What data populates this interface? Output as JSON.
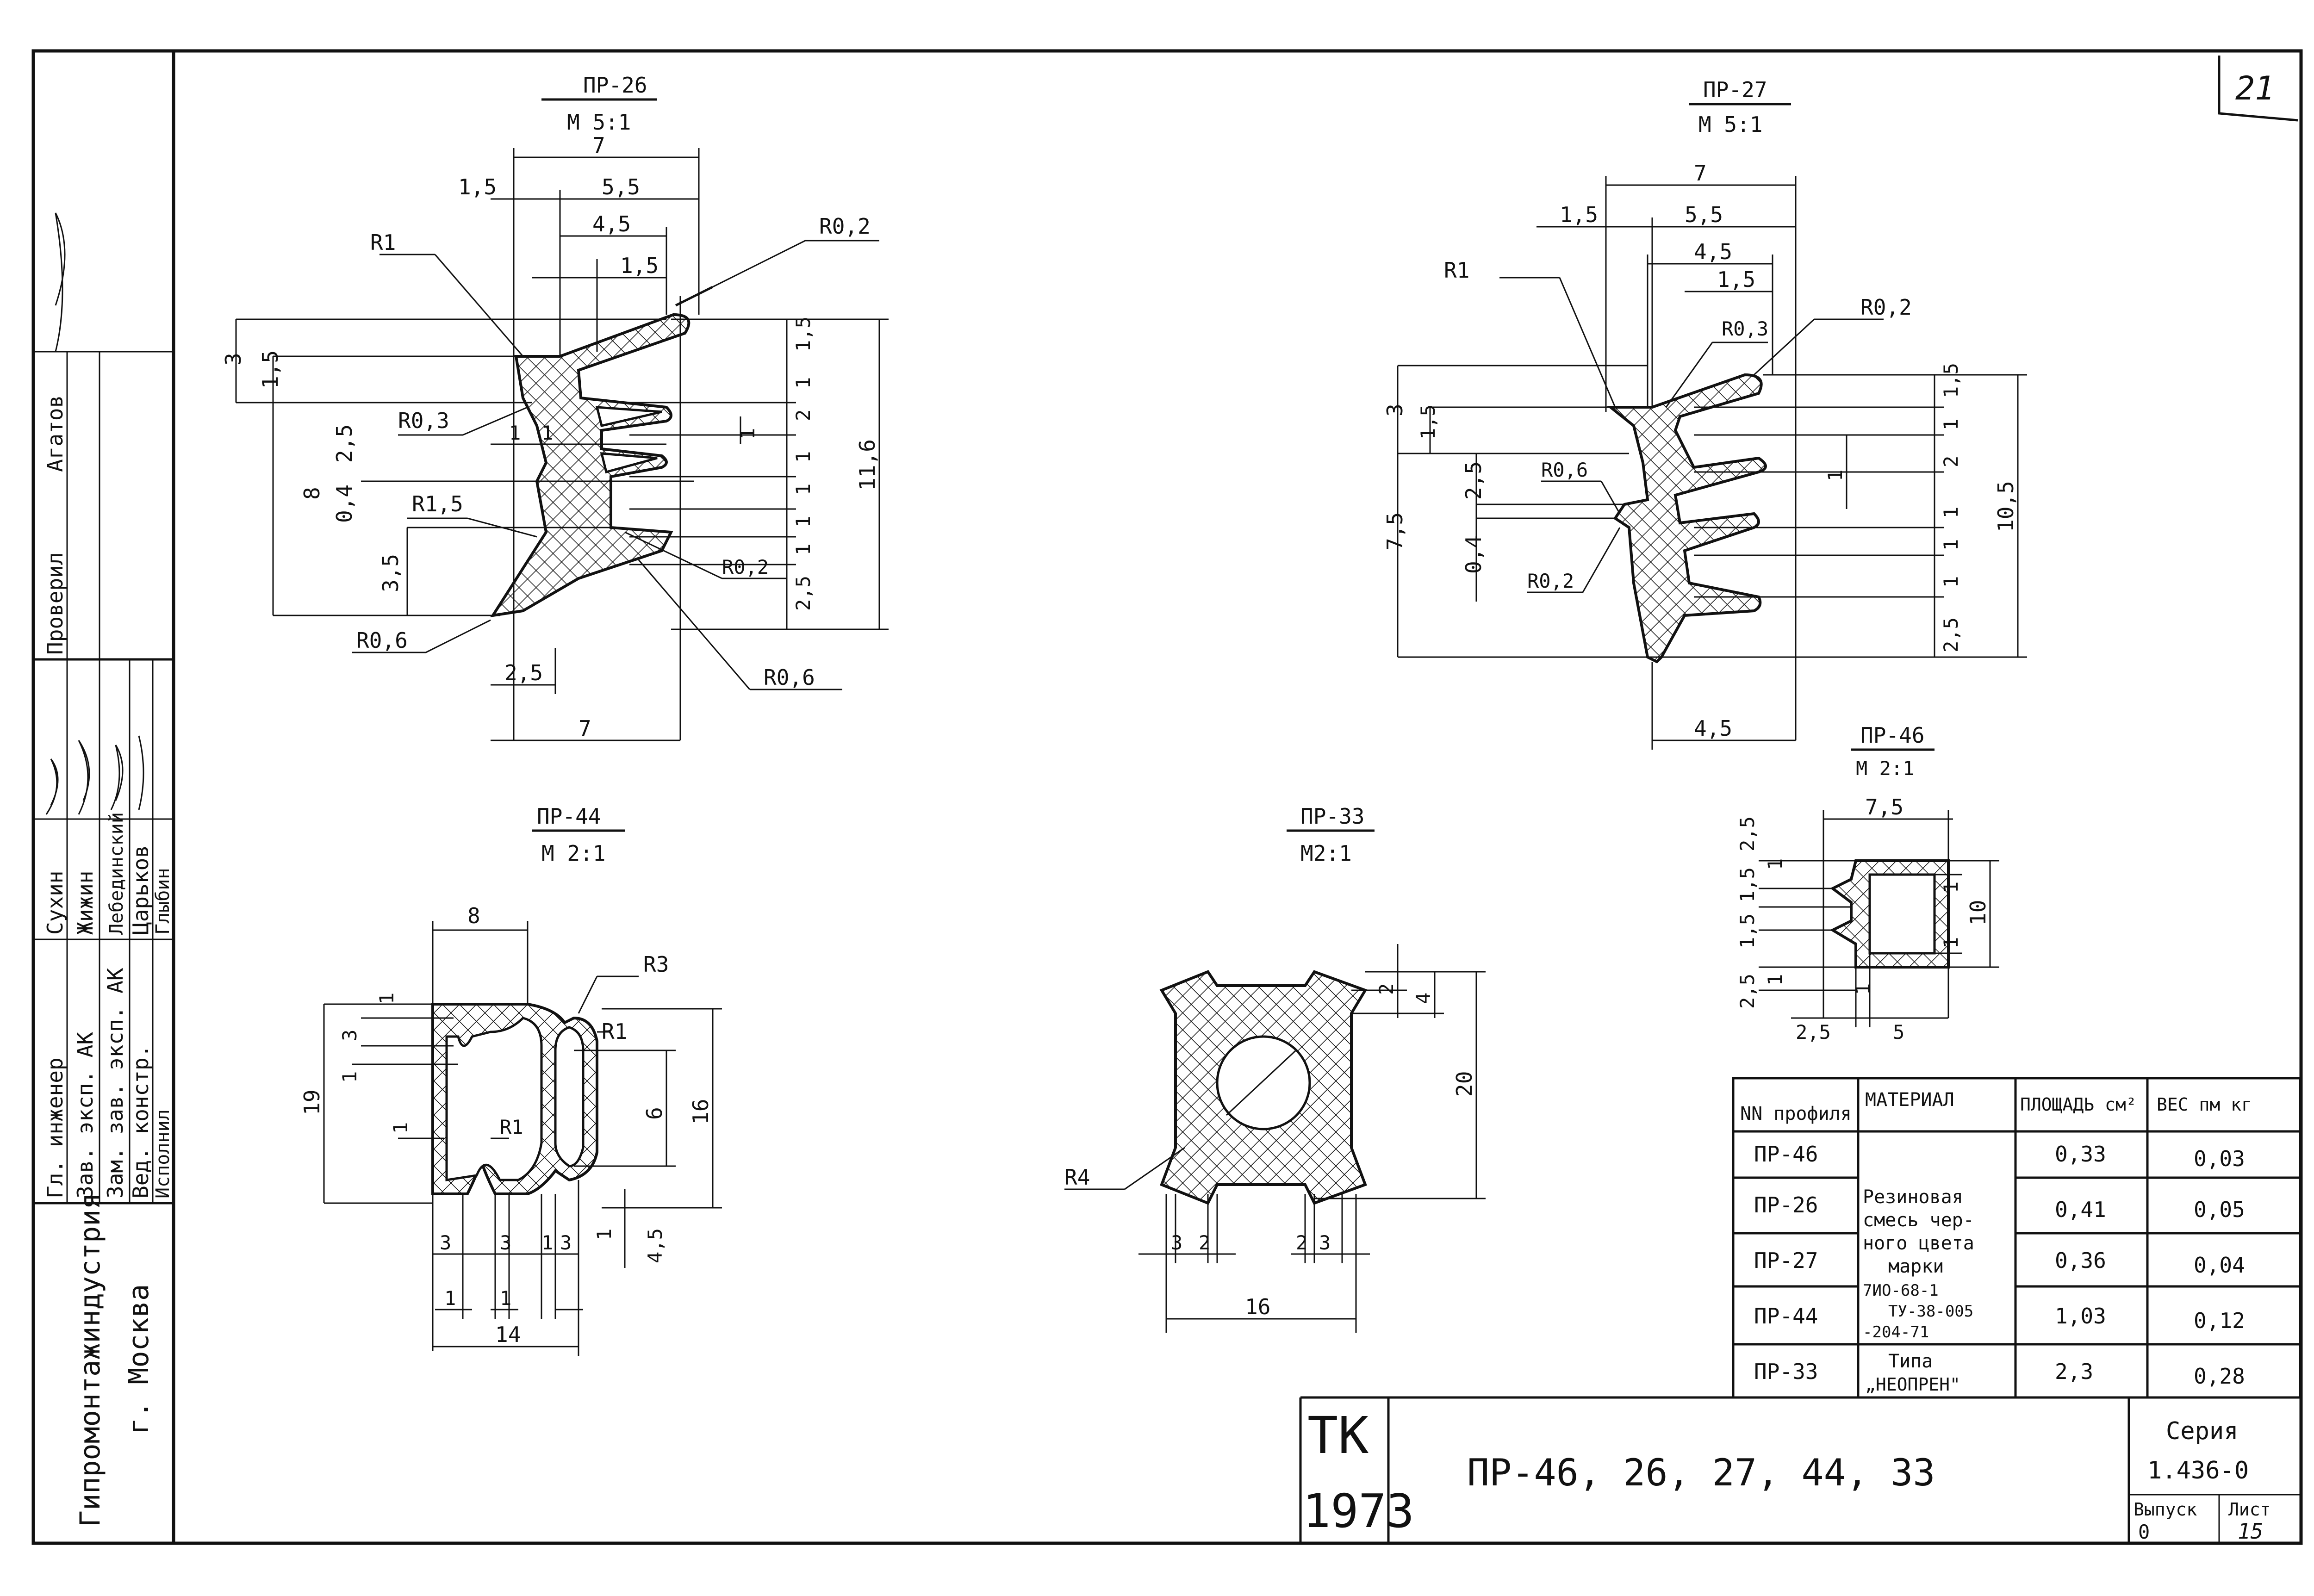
{
  "sheet_number": "21",
  "stamp": {
    "org": "Гипромонтажиндустрия",
    "city": "г. Москва",
    "roles": [
      "Гл. инженер",
      "Зав. эксп. АК",
      "Зам. зав. эксп. АК",
      "Вед. констр.",
      "Исполнил"
    ],
    "names": [
      "Сухин",
      "Жижин",
      "Лебединский",
      "Царьков",
      "Глыбин"
    ],
    "checked": "Проверил",
    "checked_name": "Агатов"
  },
  "profiles": {
    "pr26": {
      "title": "ПР-26",
      "scale": "М 5:1",
      "dims": [
        "7",
        "1,5",
        "5,5",
        "4,5",
        "1,5",
        "R1",
        "R0,2",
        "3",
        "1,5",
        "R0,3",
        "2,5",
        "8",
        "0,4",
        "R1,5",
        "3,5",
        "11,6",
        "1,5",
        "1",
        "2",
        "1",
        "1",
        "1",
        "1",
        "1",
        "2,5",
        "R0,2",
        "R0,6",
        "R0,6",
        "2,5",
        "7",
        "1",
        "1"
      ]
    },
    "pr27": {
      "title": "ПР-27",
      "scale": "М 5:1",
      "dims": [
        "7",
        "1,5",
        "5,5",
        "4,5",
        "1,5",
        "R1",
        "R0,3",
        "R0,2",
        "3",
        "1,5",
        "2,5",
        "R0,6",
        "7,5",
        "0,4",
        "R0,2",
        "10,5",
        "1,5",
        "1",
        "2",
        "1",
        "1",
        "1",
        "2,5",
        "1",
        "4,5"
      ]
    },
    "pr44": {
      "title": "ПР-44",
      "scale": "М 2:1",
      "dims": [
        "8",
        "R3",
        "1",
        "3",
        "R1",
        "1",
        "19",
        "6",
        "16",
        "1",
        "R1",
        "1",
        "4,5",
        "3",
        "3",
        "1",
        "3",
        "1",
        "1",
        "14"
      ]
    },
    "pr33": {
      "title": "ПР-33",
      "scale": "М2:1",
      "dims": [
        "2",
        "4",
        "20",
        "R4",
        "3",
        "2",
        "2",
        "3",
        "16"
      ]
    },
    "pr46": {
      "title": "ПР-46",
      "scale": "М 2:1",
      "dims": [
        "7,5",
        "2,5",
        "1",
        "1,5",
        "1",
        "10",
        "1,5",
        "1",
        "2,5",
        "1",
        "1",
        "2,5",
        "5"
      ]
    }
  },
  "table": {
    "headers": [
      "NN профиля",
      "МАТЕРИАЛ",
      "ПЛОЩАДЬ см²",
      "ВЕС пм кг"
    ],
    "material_lines": [
      "Резиновая",
      "смесь чер-",
      "ного цвета",
      "марки",
      "7ИО-68-1",
      "ТУ-38-005",
      "-204-71",
      "Типа",
      "„НЕОПРЕН\""
    ],
    "rows": [
      {
        "profile": "ПР-46",
        "area": "0,33",
        "weight": "0,03"
      },
      {
        "profile": "ПР-26",
        "area": "0,41",
        "weight": "0,05"
      },
      {
        "profile": "ПР-27",
        "area": "0,36",
        "weight": "0,04"
      },
      {
        "profile": "ПР-44",
        "area": "1,03",
        "weight": "0,12"
      },
      {
        "profile": "ПР-33",
        "area": "2,3",
        "weight": "0,28"
      }
    ]
  },
  "title_block": {
    "tk": "ТК",
    "year": "1973",
    "title": "ПР-46, 26, 27, 44, 33",
    "series_label": "Серия",
    "series": "1.436-0",
    "issue_label": "Выпуск",
    "issue": "0",
    "sheet_label": "Лист",
    "sheet": "15"
  }
}
